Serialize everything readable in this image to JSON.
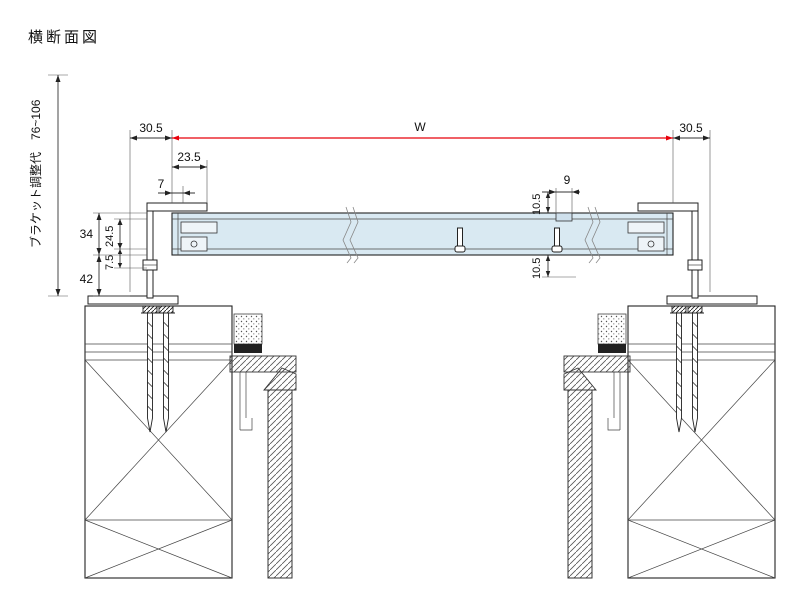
{
  "title": "横断面図",
  "side_note": "ブラケット調整代　76~106",
  "dims": {
    "left_offset": "30.5",
    "width_label": "W",
    "right_offset": "30.5",
    "box_depth": "23.5",
    "lip": "7",
    "rail_height": "34",
    "inner_height": "24.5",
    "lower_lip": "7.5",
    "bracket_leg": "42",
    "top_clear": "10.5",
    "guide_width": "9",
    "bottom_clear": "10.5"
  },
  "colors": {
    "accent_red": "#e8000b",
    "rail_fill": "#d9e9f2",
    "line": "#1a1a1a"
  }
}
